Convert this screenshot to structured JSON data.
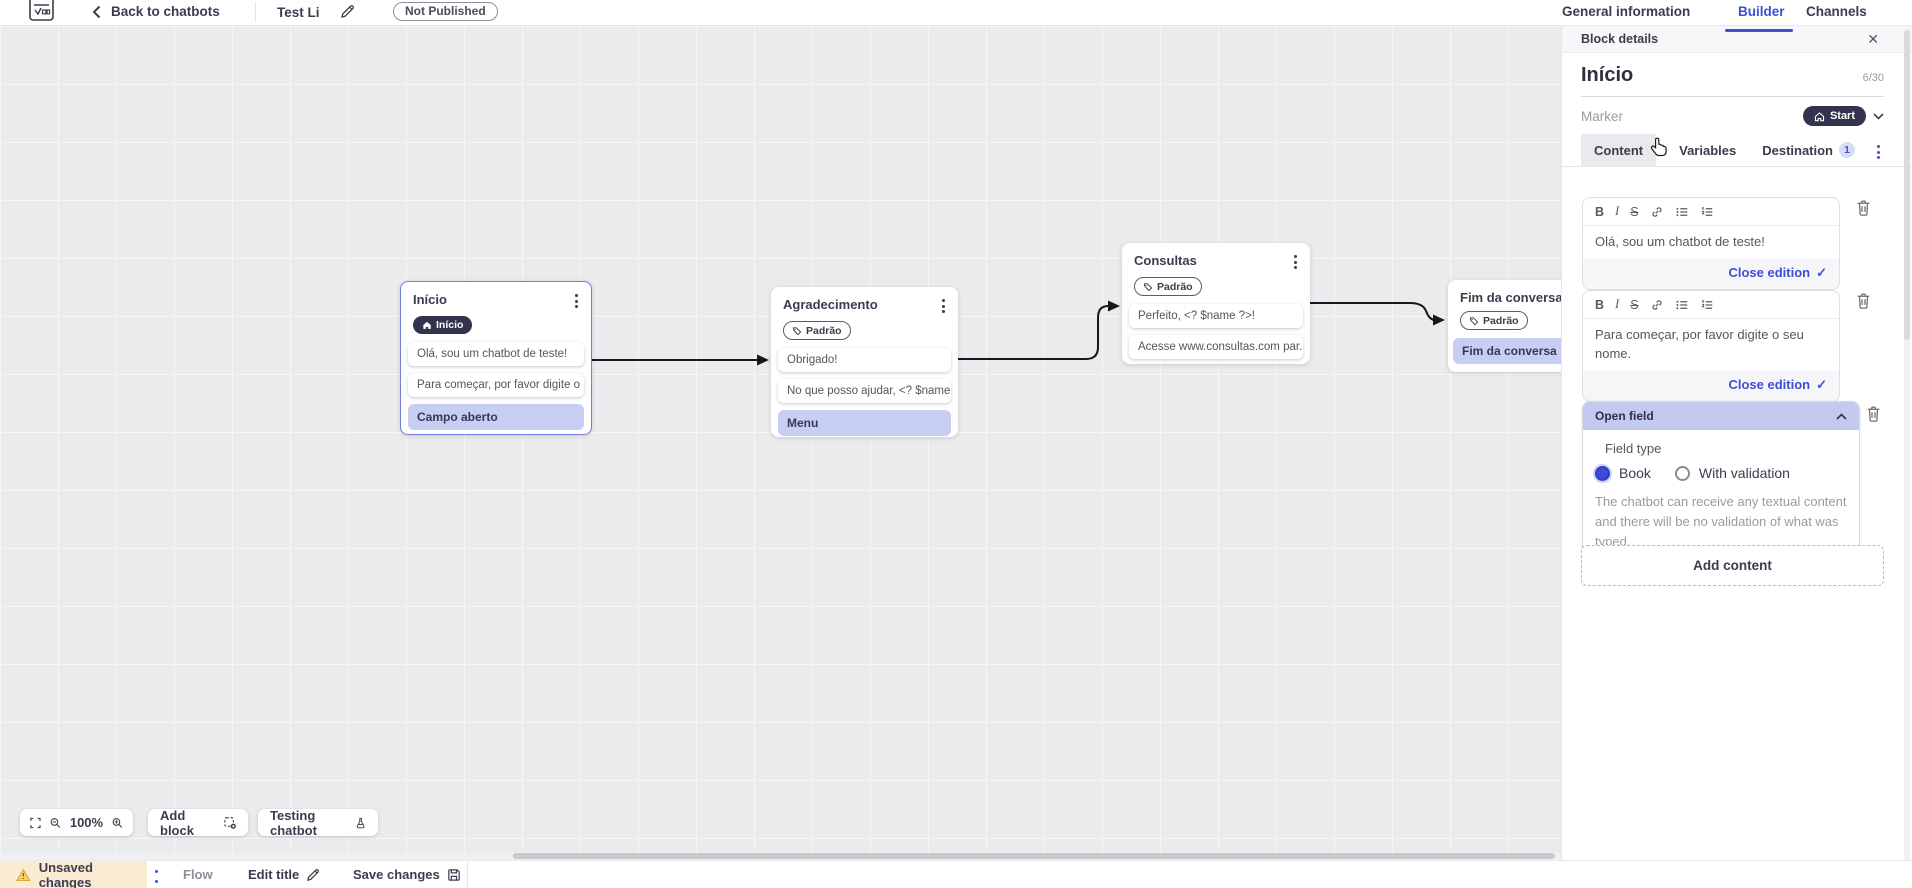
{
  "topbar": {
    "back_label": "Back to chatbots",
    "doc_title": "Test Li",
    "status_badge": "Not Published",
    "nav_tabs": [
      {
        "label": "General information",
        "active": false
      },
      {
        "label": "Builder",
        "active": true
      },
      {
        "label": "Channels",
        "active": false
      }
    ]
  },
  "canvas": {
    "blocks": [
      {
        "title": "Início",
        "badge": "Início",
        "badge_type": "start",
        "messages": [
          "Olá, sou um chatbot de teste!",
          "Para começar, por favor digite o ..."
        ],
        "chip": "Campo aberto"
      },
      {
        "title": "Agradecimento",
        "badge": "Padrão",
        "badge_type": "default",
        "messages": [
          "Obrigado!",
          "No que posso ajudar, <? $name ..."
        ],
        "chip": "Menu"
      },
      {
        "title": "Consultas",
        "badge": "Padrão",
        "badge_type": "default",
        "messages": [
          "Perfeito, <? $name ?>!",
          "Acesse www.consultas.com par..."
        ]
      },
      {
        "title": "Fim da conversa",
        "badge": "Padrão",
        "badge_type": "default",
        "chip": "Fim da conversa"
      }
    ],
    "controls": {
      "zoom_level": "100%",
      "add_block_label": "Add block",
      "testing_label": "Testing chatbot"
    }
  },
  "panel": {
    "header_title": "Block details",
    "block_name": "Início",
    "name_counter": "6/30",
    "marker_label": "Marker",
    "marker_value": "Start",
    "tabs": [
      {
        "label": "Content",
        "active": true
      },
      {
        "label": "Variables",
        "active": false
      },
      {
        "label": "Destination",
        "badge": "1",
        "active": false
      }
    ],
    "editors": [
      {
        "text": "Olá, sou um chatbot de teste!",
        "action_label": "Close edition"
      },
      {
        "text": "Para começar, por favor digite o seu nome.",
        "action_label": "Close edition"
      }
    ],
    "open_field": {
      "title": "Open field",
      "field_type_label": "Field type",
      "options": [
        {
          "label": "Book",
          "selected": true
        },
        {
          "label": "With validation",
          "selected": false
        }
      ],
      "description": "The chatbot can receive any textual content and there will be no validation of what was typed."
    },
    "add_content_label": "Add content"
  },
  "statusbar": {
    "unsaved_label": "Unsaved changes",
    "flow_label": "Flow",
    "edit_title_label": "Edit title",
    "save_label": "Save changes"
  },
  "icons": {
    "bold": "B",
    "italic": "I",
    "strikethrough": "S",
    "check": "✓",
    "close": "✕"
  },
  "colors": {
    "accent": "#4050d0",
    "dark_pill": "#33334d",
    "chip_bg": "#c7cef3",
    "openfield_header_bg": "#c3caf2",
    "warning_bg": "#f9ecd2",
    "warning": "#e8a33d"
  }
}
